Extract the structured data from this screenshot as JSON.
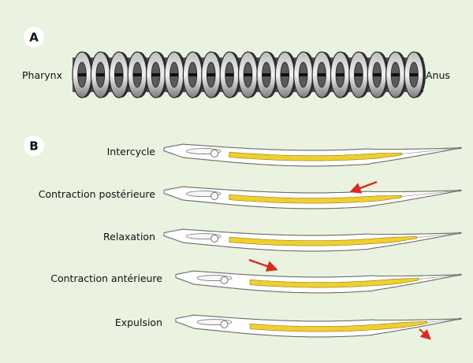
{
  "panels": [
    {
      "letter": "A",
      "left_label": "Pharynx",
      "right_label": "Anus",
      "ring_count": 19
    },
    {
      "letter": "B"
    }
  ],
  "stages": [
    {
      "label": "Intercycle",
      "arrow": "none"
    },
    {
      "label": "Contraction postérieure",
      "arrow": "posterior-to-anterior"
    },
    {
      "label": "Relaxation",
      "arrow": "none"
    },
    {
      "label": "Contraction antérieure",
      "arrow": "anterior-to-posterior"
    },
    {
      "label": "Expulsion",
      "arrow": "exit"
    }
  ],
  "colors": {
    "background": "#e9f3df",
    "gut": "#f2cf2a",
    "arrow": "#d92b21",
    "ring_dark": "#3c3c3c",
    "ring_light": "#d4d4d4",
    "worm_outline": "#6b6b6b"
  }
}
